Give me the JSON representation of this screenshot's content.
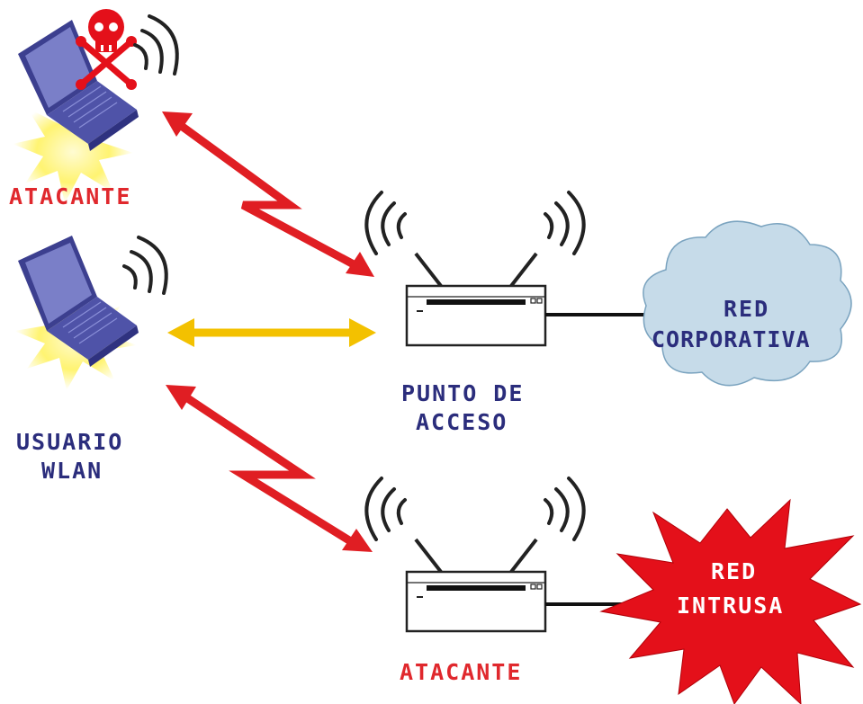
{
  "labels": {
    "attacker_laptop": "ATACANTE",
    "wlan_user_line1": "USUARIO",
    "wlan_user_line2": "WLAN",
    "access_point_line1": "PUNTO DE",
    "access_point_line2": "ACCESO",
    "corporate_net_line1": "RED",
    "corporate_net_line2": "CORPORATIVA",
    "intruder_net_line1": "RED",
    "intruder_net_line2": "INTRUSA",
    "attacker_ap": "ATACANTE"
  },
  "icons": {
    "attacker_laptop": "laptop-icon",
    "skull": "skull-crossbones-icon",
    "wlan_laptop": "laptop-icon",
    "access_point": "wireless-access-point-icon",
    "rogue_access_point": "wireless-access-point-icon",
    "corporate_cloud": "cloud-icon",
    "intruder_burst": "explosion-burst-icon"
  },
  "colors": {
    "label_red": "#e0282d",
    "label_blue": "#2b2d7c",
    "attack_arrow": "#e01e23",
    "legit_arrow": "#f3c100",
    "cloud_fill": "#c6dbe9",
    "burst_fill": "#e4101a",
    "laptop_body": "#4f53a8",
    "glow": "#fff36a"
  }
}
